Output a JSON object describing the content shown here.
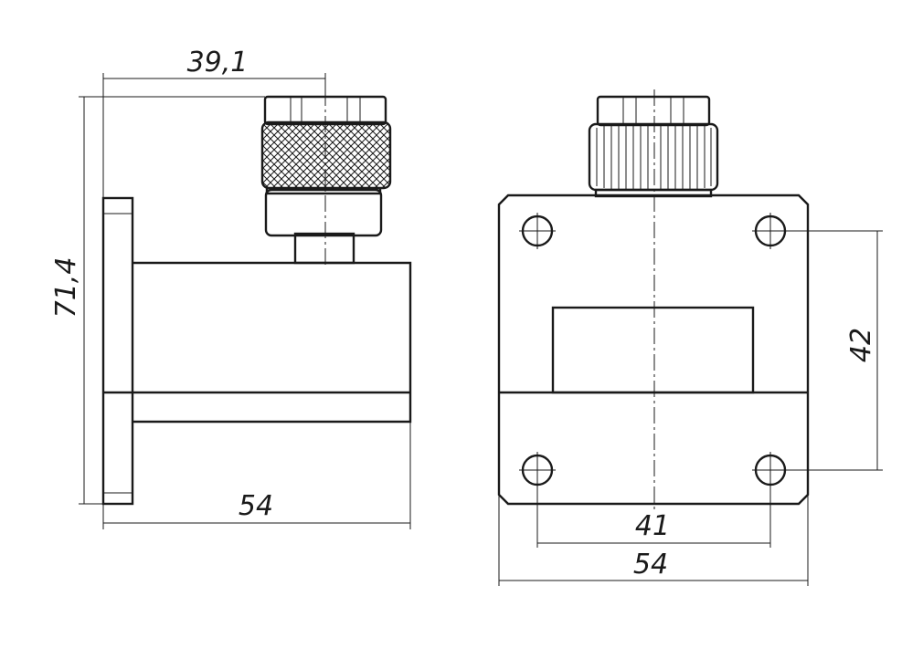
{
  "dimensions": {
    "side_view": {
      "width_top": "39,1",
      "height": "71,4",
      "width_bottom": "54"
    },
    "front_view": {
      "hole_vertical_spacing": "42",
      "hole_horizontal_spacing": "41",
      "overall_width": "54"
    }
  }
}
